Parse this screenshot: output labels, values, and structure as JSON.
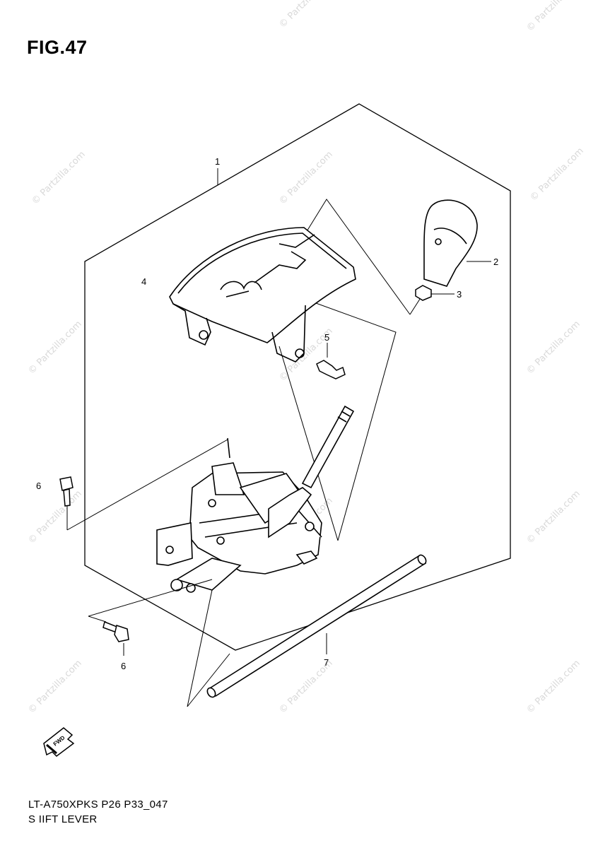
{
  "figure": {
    "title": "FIG.47"
  },
  "footer": {
    "model_code": "LT-A750XPKS P26 P33_047",
    "section_name": "S IIFT LEVER"
  },
  "watermark": {
    "text": "© Partzilla.com"
  },
  "callouts": [
    {
      "number": "1"
    },
    {
      "number": "2"
    },
    {
      "number": "3"
    },
    {
      "number": "4"
    },
    {
      "number": "5"
    },
    {
      "number": "6"
    },
    {
      "number": "6"
    },
    {
      "number": "7"
    }
  ],
  "fwd_badge": {
    "label": "FWD"
  },
  "colors": {
    "line": "#000000",
    "watermark": "#d9d9d9"
  }
}
